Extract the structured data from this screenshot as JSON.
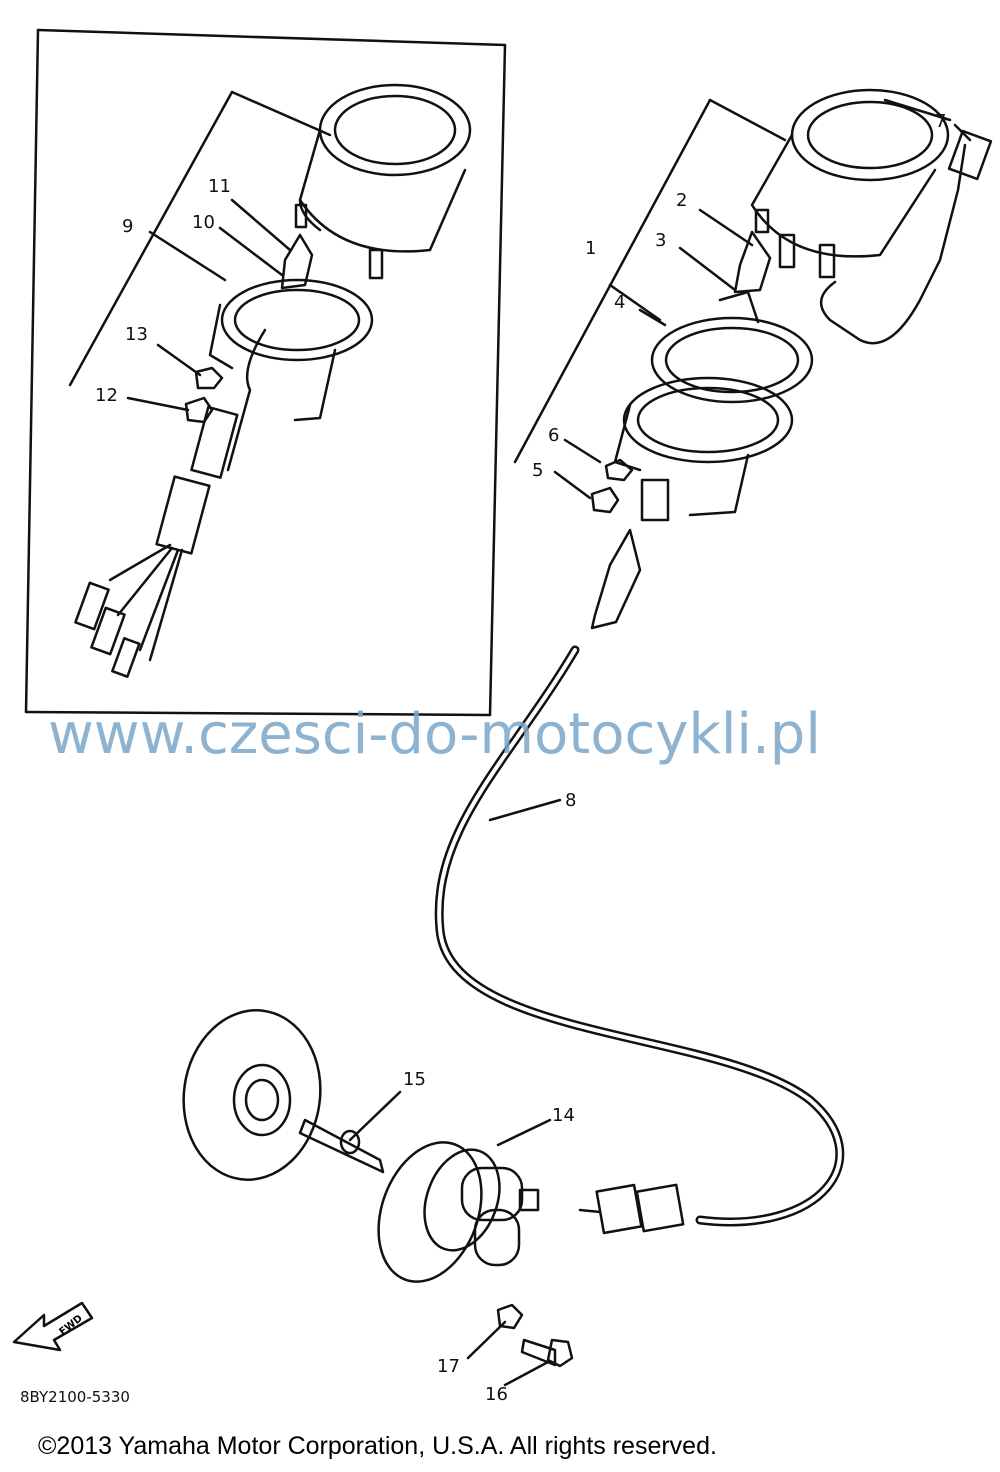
{
  "callouts": {
    "c1": "1",
    "c2": "2",
    "c3": "3",
    "c4": "4",
    "c5": "5",
    "c6": "6",
    "c7": "7",
    "c8": "8",
    "c9": "9",
    "c10": "10",
    "c11": "11",
    "c12": "12",
    "c13": "13",
    "c14": "14",
    "c15": "15",
    "c16": "16",
    "c17": "17"
  },
  "watermark": "www.czesci-do-motocykli.pl",
  "diagram_code": "8BY2100-5330",
  "fwd_label": "FWD",
  "copyright": "©2013 Yamaha Motor Corporation, U.S.A. All rights reserved.",
  "colors": {
    "line": "#111111",
    "watermark": "#7aa6c8",
    "background": "#ffffff"
  }
}
